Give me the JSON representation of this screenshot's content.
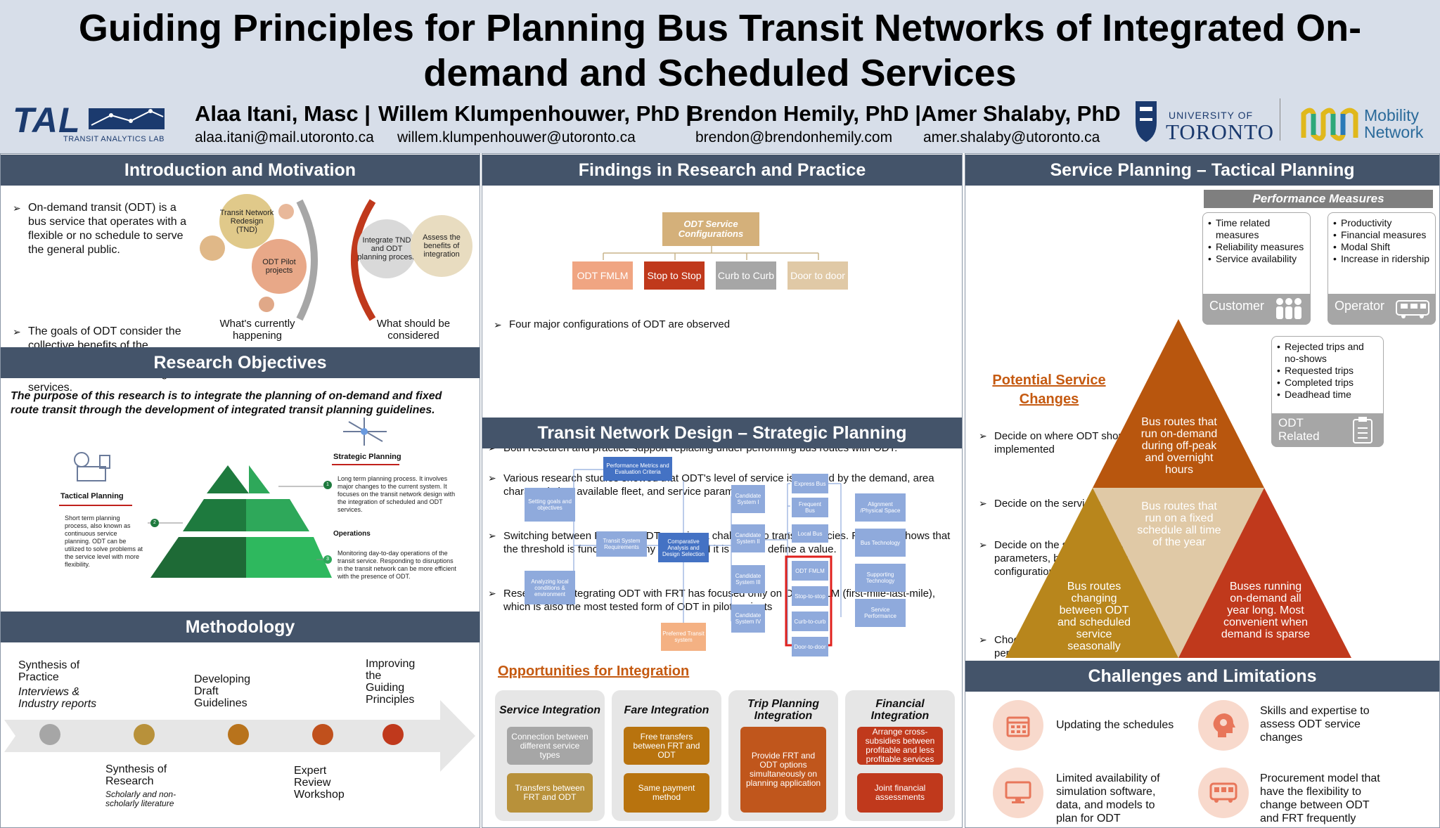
{
  "title": "Guiding Principles for Planning Bus Transit Networks of Integrated On-demand and Scheduled Services",
  "logos": {
    "tal": "TAL",
    "tal_sub": "TRANSIT ANALYTICS LAB",
    "uoft_line1": "UNIVERSITY OF",
    "uoft_line2": "TORONTO",
    "mobility_line1": "Mobility",
    "mobility_line2": "Network"
  },
  "authors": [
    {
      "name": "Alaa Itani, Masc |",
      "email": "alaa.itani@mail.utoronto.ca"
    },
    {
      "name": "Willem Klumpenhouwer, PhD |",
      "email": "willem.klumpenhouwer@utoronto.ca"
    },
    {
      "name": "Brendon Hemily, PhD |",
      "email": "brendon@brendonhemily.com"
    },
    {
      "name": "Amer Shalaby, PhD",
      "email": "amer.shalaby@utoronto.ca"
    }
  ],
  "intro": {
    "heading": "Introduction and Motivation",
    "bullets": [
      "On-demand transit (ODT) is a bus service that operates with a flexible or no schedule to serve the general public.",
      "The goals of ODT consider the collective benefits of the community, cities, and their residents, unlike ride-hailing services."
    ],
    "circles": [
      "Transit Network Redesign (TND)",
      "ODT Pilot projects",
      "Integrate TND and ODT planning process",
      "Assess the benefits of integration"
    ],
    "caption_left": "What's currently happening",
    "caption_right": "What should be considered"
  },
  "objectives": {
    "heading": "Research Objectives",
    "statement": "The purpose of this research is to integrate the planning of on-demand and fixed route transit through the development of integrated transit planning guidelines.",
    "tactical_title": "Tactical Planning",
    "tactical_text": "Short term planning process, also known as continuous service planning. ODT can be utilized to solve problems at the service level with more flexibility.",
    "strategic_title": "Strategic Planning",
    "strategic_text": "Long term planning process. It involves major changes to the current system. It focuses on the transit network design with the integration of scheduled and ODT services.",
    "operations_title": "Operations",
    "operations_text": "Monitoring day-to-day operations of the transit service. Responding to disruptions in the transit network can be more efficient with the presence of ODT.",
    "num1": "1",
    "num2": "2",
    "num3": "3"
  },
  "methodology": {
    "heading": "Methodology",
    "top": [
      {
        "title": "Synthesis of Practice",
        "sub": "Interviews & Industry reports"
      },
      {
        "title": "Developing Draft Guidelines",
        "sub": ""
      },
      {
        "title": "Improving the Guiding Principles",
        "sub": ""
      }
    ],
    "bottom": [
      {
        "title": "Synthesis of Research",
        "sub": "Scholarly and non-scholarly literature"
      },
      {
        "title": "Expert Review Workshop",
        "sub": ""
      }
    ],
    "dot_colors": [
      "#a6a6a6",
      "#b8913a",
      "#b8731c",
      "#c0501c",
      "#c0391c"
    ]
  },
  "findings": {
    "heading": "Findings in Research and Practice",
    "intro_bullet": "Four major configurations of ODT are observed",
    "root": "ODT Service Configurations",
    "configs": [
      {
        "label": "ODT FMLM",
        "color": "#f0a582"
      },
      {
        "label": "Stop to Stop",
        "color": "#c0391c"
      },
      {
        "label": "Curb to Curb",
        "color": "#a6a6a6"
      },
      {
        "label": "Door to door",
        "color": "#e0c9a6"
      }
    ],
    "bullets": [
      "Both research and practice support replacing under performing bus routes with ODT.",
      "Various research studies showed that ODT's level of service is affected by the demand, area characteristics, available fleet, and service parameters.",
      "Switching between FRT and ODT remains a challenge to transit agencies. Research shows that the threshold is function of many factors and it is hard to define a value.",
      "Research on integrating ODT with FRT has focused only on ODT FMLM (first-mile-last-mile), which is also the most tested form of ODT in pilot projects"
    ]
  },
  "network": {
    "heading": "Transit Network Design – Strategic Planning",
    "nodes": {
      "goals": "Setting goals and objectives",
      "local": "Analyzing local conditions & environment",
      "perf": "Performance Metrics and Evaluation Criteria",
      "req": "Transit System Requirements",
      "comp": "Comparative Analysis and Design Selection",
      "pref": "Preferred Transit system",
      "cand1": "Candidate System I",
      "cand2": "Candidate System II",
      "cand3": "Candidate System III",
      "cand4": "Candidate System IV",
      "express": "Express Bus",
      "frequent": "Frequent Bus",
      "localbus": "Local Bus",
      "odt": "ODT FMLM",
      "s2s": "Stop-to-stop",
      "c2c": "Curb-to-curb",
      "d2d": "Door-to-door",
      "align": "Alignment /Physical Space",
      "bustech": "Bus Technology",
      "supp": "Supporting Technology",
      "servperf": "Service Performance"
    }
  },
  "opportunities": {
    "heading": "Opportunities for Integration",
    "columns": [
      {
        "title": "Service Integration",
        "items": [
          "Connection between different service types",
          "Transfers between FRT and ODT"
        ],
        "colors": [
          "#a6a6a6",
          "#b8913a"
        ]
      },
      {
        "title": "Fare Integration",
        "items": [
          "Free transfers between FRT and ODT",
          "Same payment method"
        ],
        "colors": [
          "#b8730e",
          "#b8730e"
        ]
      },
      {
        "title": "Trip Planning Integration",
        "items": [
          "Provide FRT and ODT options simultaneously on planning application"
        ],
        "colors": [
          "#c0561c"
        ]
      },
      {
        "title": "Financial Integration",
        "items": [
          "Arrange cross-subsidies between profitable and less profitable services",
          "Joint financial assessments"
        ],
        "colors": [
          "#c0391c",
          "#c0391c"
        ]
      }
    ]
  },
  "tactical": {
    "heading": "Service Planning – Tactical Planning",
    "bullets": [
      "Decide on where ODT should be implemented",
      "Decide on the service configuration",
      "Decide on the service design parameters, based on the chosen configuration",
      "Choosing the appropriate performance measures"
    ],
    "pm_title": "Performance Measures",
    "customer_items": [
      "Time related measures",
      "Reliability measures",
      "Service availability"
    ],
    "customer_label": "Customer",
    "operator_items": [
      "Productivity",
      "Financial measures",
      "Modal Shift",
      "Increase in ridership"
    ],
    "operator_label": "Operator",
    "odt_items": [
      "Rejected trips and no-shows",
      "Requested trips",
      "Completed trips",
      "Deadhead time"
    ],
    "odt_label": "ODT Related",
    "potential_heading": "Potential Service Changes",
    "tri_top": "Bus routes that run on-demand during off-peak and overnight hours",
    "tri_mid": "Bus routes that run on a fixed schedule all time of the year",
    "tri_left": "Bus routes changing between ODT and scheduled service seasonally",
    "tri_right": "Buses running on-demand all year long. Most convenient when demand is sparse",
    "colors": {
      "top": "#b8560e",
      "mid": "#e0c9a6",
      "left": "#b8861c",
      "right": "#c0391c"
    }
  },
  "challenges": {
    "heading": "Challenges and Limitations",
    "items": [
      {
        "icon": "calendar-icon",
        "text": "Updating the schedules"
      },
      {
        "icon": "head-gear-icon",
        "text": "Skills and expertise to assess ODT service changes"
      },
      {
        "icon": "monitor-icon",
        "text": "Limited availability of simulation software, data, and models to plan for ODT"
      },
      {
        "icon": "bus-icon",
        "text": "Procurement model that have the flexibility to change between ODT and FRT frequently"
      }
    ]
  },
  "palette": {
    "header_bg": "#d7dee9",
    "section_bar": "#44546a",
    "link_orange": "#c55a11"
  }
}
